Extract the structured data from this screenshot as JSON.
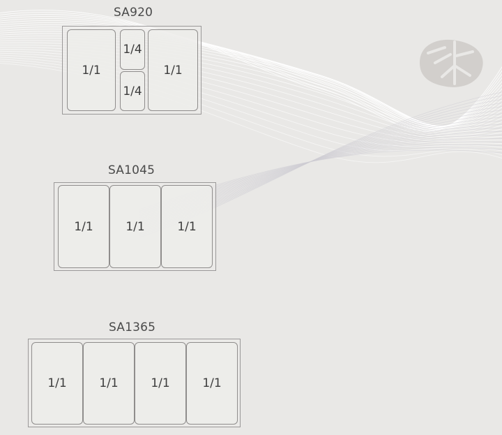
{
  "units": [
    {
      "model": "SA920",
      "pans": [
        "1/1",
        "1/4",
        "1/4",
        "1/1"
      ]
    },
    {
      "model": "SA1045",
      "pans": [
        "1/1",
        "1/1",
        "1/1"
      ]
    },
    {
      "model": "SA1365",
      "pans": [
        "1/1",
        "1/1",
        "1/1",
        "1/1"
      ]
    }
  ],
  "icons": {
    "logo": "leaf-logo-icon"
  },
  "colors": {
    "background": "#e9e8e6",
    "frame_stroke": "#9a9898",
    "pan_stroke": "#8f8d8c",
    "wave_lines": "#ffffff",
    "logo": "#d2cfcc"
  }
}
